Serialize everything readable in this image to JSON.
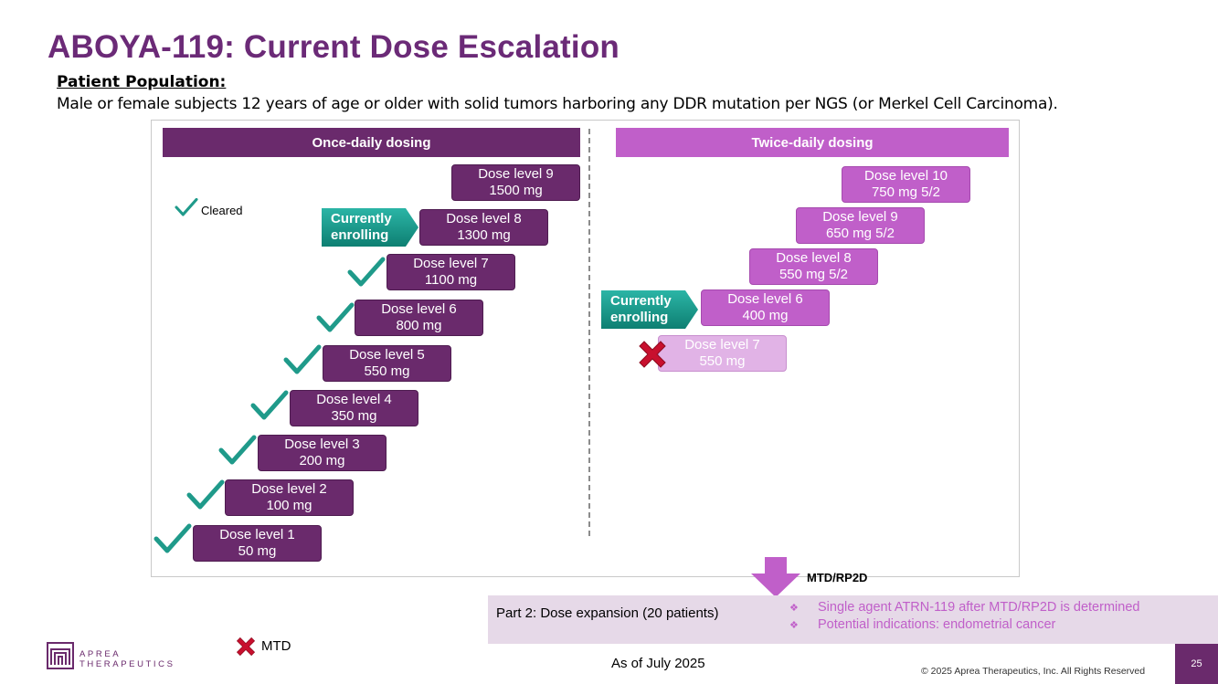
{
  "title": "ABOYA-119: Current Dose Escalation",
  "population": {
    "heading": "Patient Population:",
    "text": "Male or female subjects 12 years of age or older with solid tumors harboring any DDR mutation per NGS (or Merkel Cell Carcinoma)."
  },
  "once_daily": {
    "header": "Once-daily dosing",
    "levels": [
      {
        "name": "Dose level 9",
        "dose": "1500 mg",
        "status": "pending"
      },
      {
        "name": "Dose level 8",
        "dose": "1300 mg",
        "status": "enrolling"
      },
      {
        "name": "Dose level 7",
        "dose": "1100 mg",
        "status": "cleared"
      },
      {
        "name": "Dose level 6",
        "dose": "800 mg",
        "status": "cleared"
      },
      {
        "name": "Dose level 5",
        "dose": "550 mg",
        "status": "cleared"
      },
      {
        "name": "Dose level 4",
        "dose": "350 mg",
        "status": "cleared"
      },
      {
        "name": "Dose level 3",
        "dose": "200 mg",
        "status": "cleared"
      },
      {
        "name": "Dose level 2",
        "dose": "100 mg",
        "status": "cleared"
      },
      {
        "name": "Dose level 1",
        "dose": "50 mg",
        "status": "cleared"
      }
    ],
    "enrolling_label": [
      "Currently",
      "enrolling"
    ]
  },
  "twice_daily": {
    "header": "Twice-daily dosing",
    "levels": [
      {
        "name": "Dose level 10",
        "dose": "750 mg 5/2",
        "status": "pending"
      },
      {
        "name": "Dose level 9",
        "dose": "650 mg 5/2",
        "status": "pending"
      },
      {
        "name": "Dose level 8",
        "dose": "550 mg 5/2",
        "status": "pending"
      },
      {
        "name": "Dose level 6",
        "dose": "400 mg",
        "status": "enrolling"
      },
      {
        "name": "Dose level 7",
        "dose": "550 mg",
        "status": "mtd"
      }
    ],
    "enrolling_label": [
      "Currently",
      "enrolling"
    ]
  },
  "legend": {
    "cleared": "Cleared",
    "mtd": "MTD"
  },
  "arrow_label": "MTD/RP2D",
  "expansion": {
    "label": "Part 2: Dose expansion (20 patients)",
    "items": [
      "Single agent ATRN-119 after MTD/RP2D is determined",
      "Potential indications: endometrial cancer"
    ]
  },
  "footer": {
    "as_of": "As of July 2025",
    "copyright": "© 2025 Aprea Therapeutics, Inc. All Rights Reserved",
    "page": "25",
    "logo_line1": "APREA",
    "logo_line2": "THERAPEUTICS"
  },
  "colors": {
    "once_daily": "#6a2a6c",
    "twice_daily": "#c05fc9",
    "check": "#1f9a8a",
    "mtd_x": "#c8102e",
    "title": "#6b2a77"
  }
}
